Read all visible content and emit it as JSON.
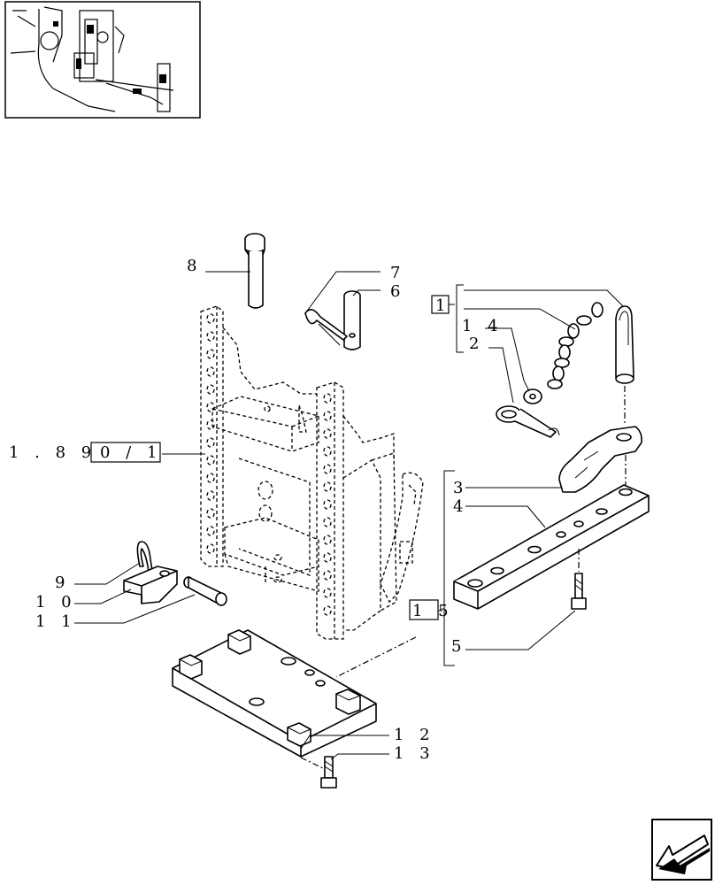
{
  "callouts": {
    "p1": "1",
    "p2": "2",
    "p3": "3",
    "p4": "4",
    "p5": "5",
    "p6": "6",
    "p7": "7",
    "p8": "8",
    "p9": "9",
    "p10": "1 0",
    "p11": "1 1",
    "p12": "1 2",
    "p13": "1 3",
    "p14": "1 4",
    "p15": "1 5"
  },
  "reference": {
    "prefix": "1 . 8 9 .",
    "boxed": "0 / 1"
  },
  "icons": {
    "thumbnail": "tractor-rear-thumbnail",
    "nav": "previous-page-arrow-icon"
  }
}
